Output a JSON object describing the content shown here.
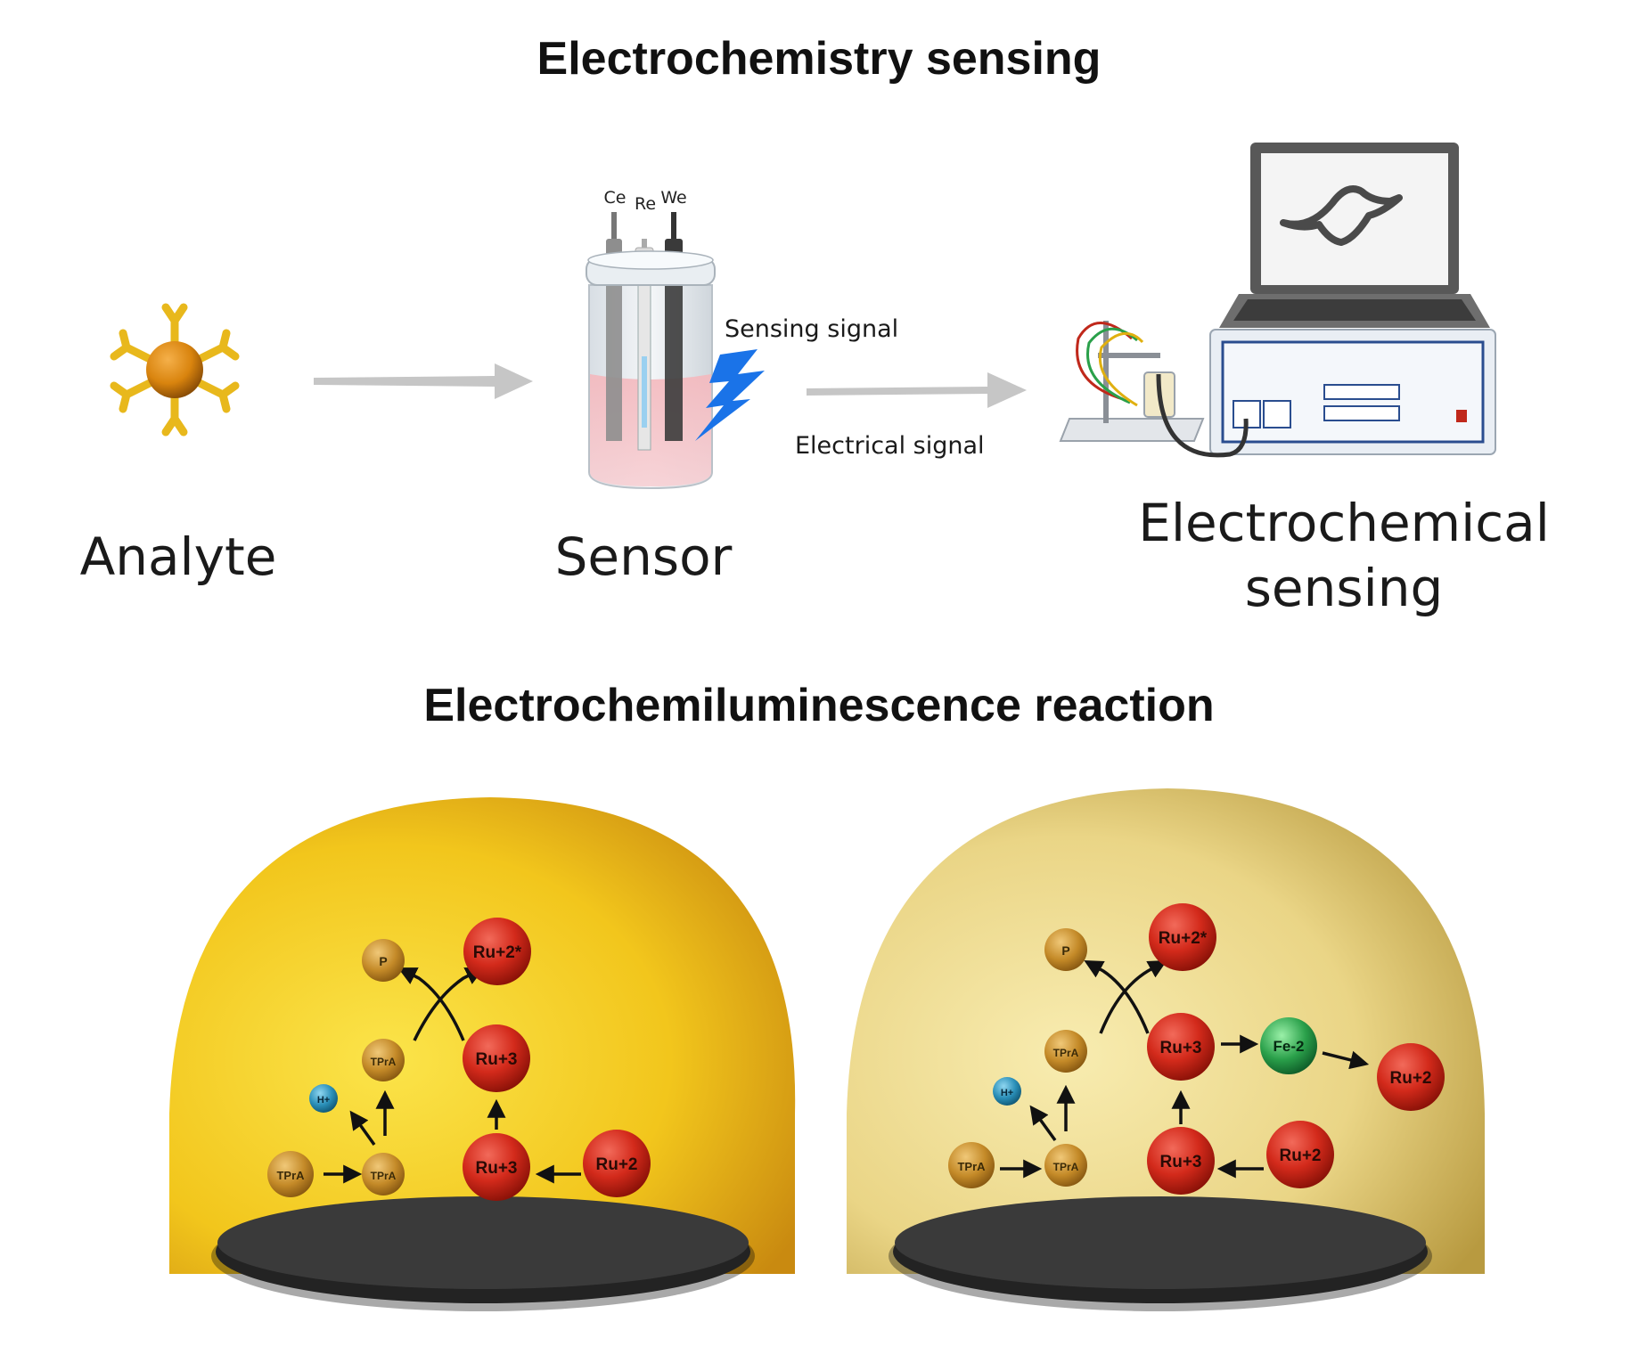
{
  "top": {
    "title": "Electrochemistry sensing",
    "analyte_label": "Analyte",
    "sensor_label": "Sensor",
    "electrode_labels": [
      "Ce",
      "Re",
      "We"
    ],
    "sensing_signal": "Sensing signal",
    "electrical_signal": "Electrical signal",
    "instrument_label_line1": "Electrochemical",
    "instrument_label_line2": "sensing"
  },
  "bottom": {
    "title": "Electrochemiluminescence reaction",
    "left_dome": {
      "ru2_top": "Ru+2*",
      "p": "P",
      "tpra_rad": "TPrA",
      "h": "H+",
      "tpra": "TPrA",
      "tpra_cation": "TPrA",
      "ru3_upper": "Ru+3",
      "ru3_lower": "Ru+3",
      "ru2": "Ru+2"
    },
    "right_dome": {
      "ru2_top": "Ru+2*",
      "p": "P",
      "tpra_rad": "TPrA",
      "h": "H+",
      "tpra": "TPrA",
      "tpra_cation": "TPrA",
      "ru3_upper": "Ru+3",
      "ru3_lower": "Ru+3",
      "ru2": "Ru+2",
      "fe": "Fe-2",
      "ru2_right": "Ru+2"
    }
  },
  "colors": {
    "arrow_gray": "#c6c6c6",
    "bolt_blue": "#1a73e8",
    "ru_red": "#d32a1b",
    "tpra_gold": "#c48a28",
    "h_blue": "#2a8fb8",
    "fe_green": "#2aa04a",
    "dome_left": "#f2cc1f",
    "dome_right": "#efdc8a"
  }
}
